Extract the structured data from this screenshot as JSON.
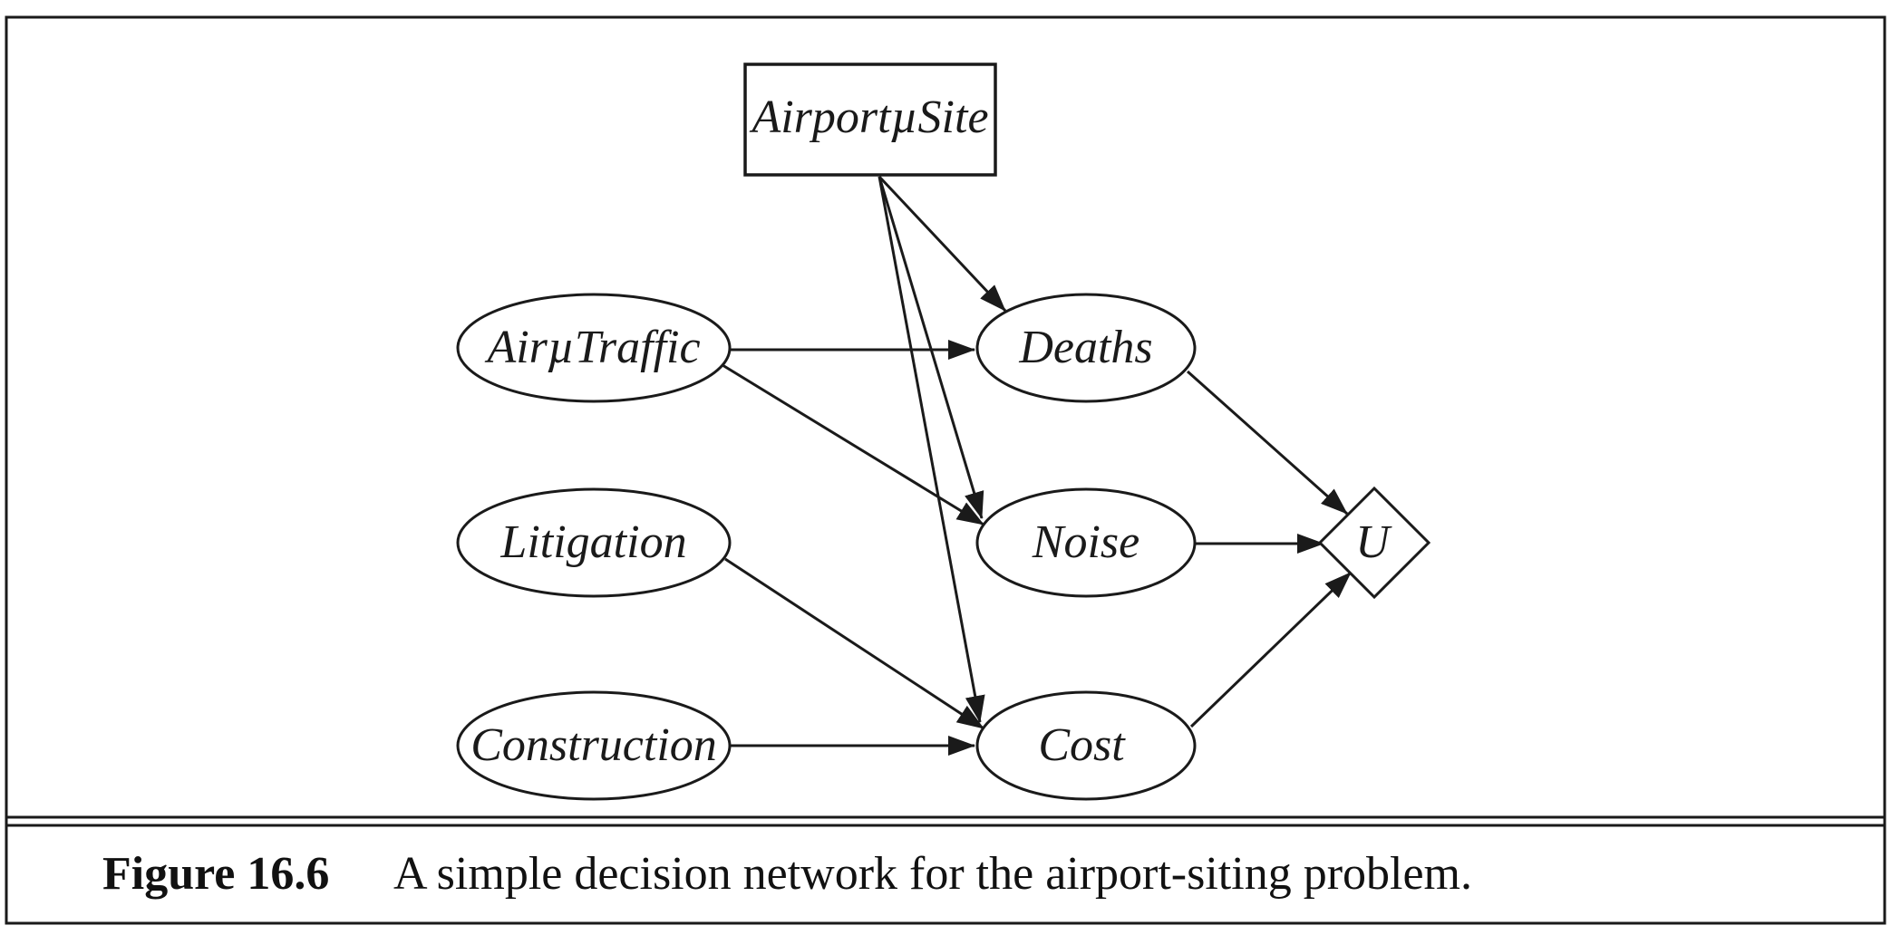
{
  "nodes": {
    "airport_site": "AirportµSite",
    "air_traffic": "AirµTraffic",
    "litigation": "Litigation",
    "construction": "Construction",
    "deaths": "Deaths",
    "noise": "Noise",
    "cost": "Cost",
    "utility": "U"
  },
  "edges": [
    {
      "from": "airport_site",
      "to": "deaths"
    },
    {
      "from": "airport_site",
      "to": "noise"
    },
    {
      "from": "airport_site",
      "to": "cost"
    },
    {
      "from": "air_traffic",
      "to": "deaths"
    },
    {
      "from": "air_traffic",
      "to": "noise"
    },
    {
      "from": "litigation",
      "to": "cost"
    },
    {
      "from": "construction",
      "to": "cost"
    },
    {
      "from": "deaths",
      "to": "utility"
    },
    {
      "from": "noise",
      "to": "utility"
    },
    {
      "from": "cost",
      "to": "utility"
    }
  ],
  "caption": {
    "number": "Figure 16.6",
    "text": "A simple decision network for the airport-siting problem."
  }
}
